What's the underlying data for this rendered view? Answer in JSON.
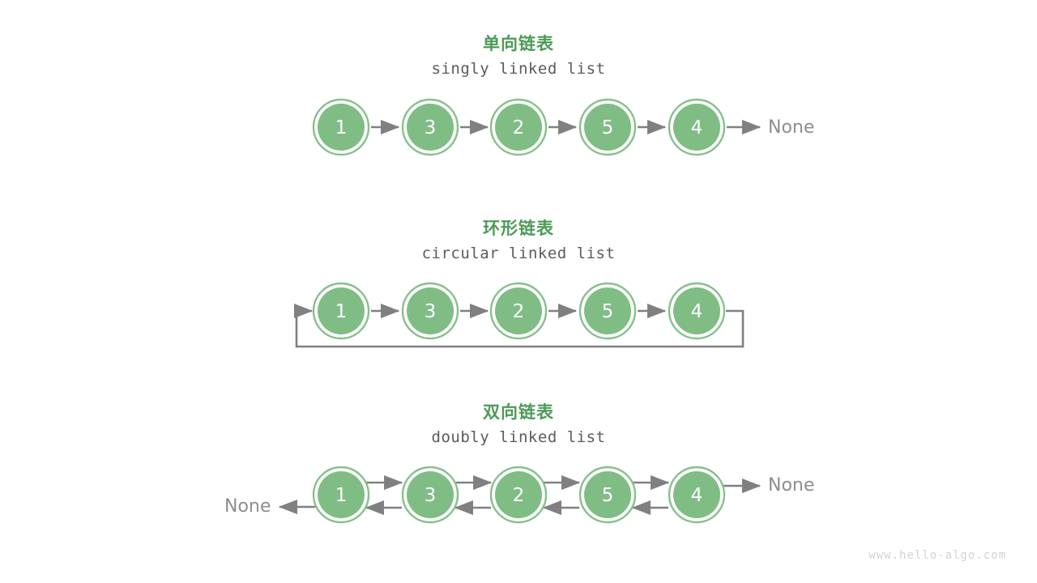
{
  "page": {
    "background": "#ffffff",
    "watermark": "www.hello-algo.com"
  },
  "theme": {
    "title_green": "#4d9a57",
    "node_fill": "#7fbd85",
    "node_ring": "#86c08c",
    "node_gap": "#ffffff",
    "node_text": "#ffffff",
    "arrow_gray": "#808080",
    "subtitle_gray": "#5b5b5b",
    "none_gray": "#8d8d8d",
    "watermark_gray": "#d2d2d2"
  },
  "sections": [
    {
      "id": "singly",
      "title": "单向链表",
      "subtitle": "singly linked list",
      "nodes": [
        "1",
        "3",
        "2",
        "5",
        "4"
      ],
      "tail_label": "None",
      "head_label": null
    },
    {
      "id": "circular",
      "title": "环形链表",
      "subtitle": "circular linked list",
      "nodes": [
        "1",
        "3",
        "2",
        "5",
        "4"
      ],
      "tail_label": null,
      "head_label": null
    },
    {
      "id": "doubly",
      "title": "双向链表",
      "subtitle": "doubly linked list",
      "nodes": [
        "1",
        "3",
        "2",
        "5",
        "4"
      ],
      "tail_label": "None",
      "head_label": "None"
    }
  ]
}
